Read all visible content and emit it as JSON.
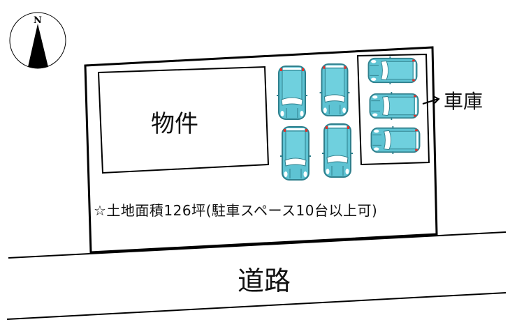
{
  "compass": {
    "label": "N"
  },
  "building": {
    "label": "物件"
  },
  "garage": {
    "label": "車庫"
  },
  "road": {
    "label": "道路"
  },
  "note": {
    "text": "☆土地面積126坪(駐車スペース10台以上可)"
  },
  "colors": {
    "car_body": "#5ec3d3",
    "car_outline": "#2f7f8c",
    "tail_light": "#e0302a",
    "line": "#000000"
  }
}
